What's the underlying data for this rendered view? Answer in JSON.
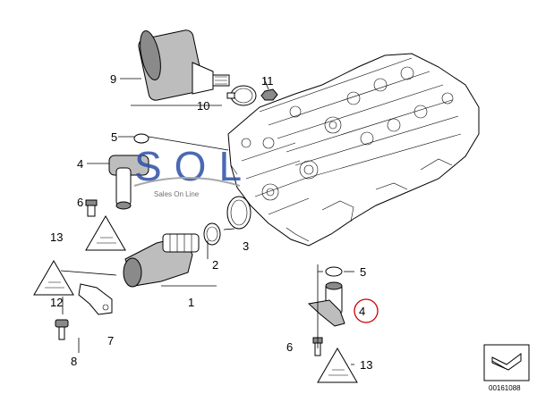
{
  "labels": {
    "p9": "9",
    "p11": "11",
    "p10": "10",
    "p5a": "5",
    "p4a": "4",
    "p6a": "6",
    "p13a": "13",
    "p3": "3",
    "p2": "2",
    "p12": "12",
    "p1": "1",
    "p7": "7",
    "p8": "8",
    "p5b": "5",
    "p4b": "4",
    "p6b": "6",
    "p13b": "13"
  },
  "watermark": {
    "brand": "SOL",
    "tagline": "Sales On Line"
  },
  "diagram_code": "00161088",
  "colors": {
    "highlight_circle": "#cc0000",
    "watermark_blue": "#2b4fa8",
    "watermark_gray": "#9a9a9a"
  }
}
